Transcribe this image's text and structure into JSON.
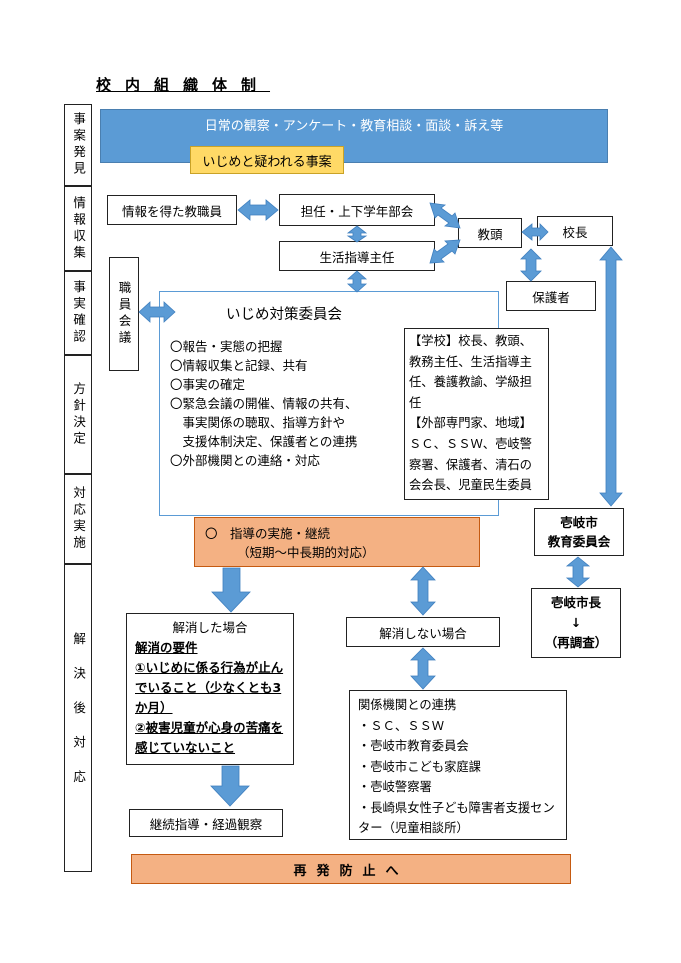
{
  "title": "校内組織体制",
  "stages": [
    {
      "label": "事案発見"
    },
    {
      "label": "情報収集"
    },
    {
      "label": "事実確認"
    },
    {
      "label": "方針決定"
    },
    {
      "label": "対応実施"
    },
    {
      "label": "解決後対応"
    }
  ],
  "top_band": "日常の観察・アンケート・教育相談・面談・訴え等",
  "suspect_box": "いじめと疑われる事案",
  "staff_info": "情報を得た教職員",
  "homeroom": "担任・上下学年部会",
  "guidance_head": "生活指導主任",
  "vice_principal": "教頭",
  "principal": "校長",
  "guardian": "保護者",
  "staff_meeting": "職員会議",
  "committee": {
    "title": "いじめ対策委員会",
    "duties": [
      "〇報告・実態の把握",
      "〇情報収集と記録、共有",
      "〇事実の確定",
      "〇緊急会議の開催、情報の共有、",
      "　事実関係の聴取、指導方針や",
      "　支援体制決定、保護者との連携",
      "〇外部機関との連絡・対応"
    ],
    "members": "【学校】校長、教頭、教務主任、生活指導主任、養護教諭、学級担任\n【外部専門家、地域】ＳＣ、ＳＳＷ、壱岐警察署、保護者、清石の会会長、児童民生委員"
  },
  "city_board": "壱岐市\n教育委員会",
  "mayor": "壱岐市長\n↓\n（再調査）",
  "guidance_impl": {
    "line1": "〇　指導の実施・継続",
    "line2": "（短期～中長期的対応）"
  },
  "resolved": {
    "title": "解消した場合",
    "req_title": "解消の要件",
    "req1": "①いじめに係る行為が止んでいること（少なくとも3か月）",
    "req2": "②被害児童が心身の苦痛を感じていないこと"
  },
  "unresolved": "解消しない場合",
  "agencies": {
    "title": "関係機関との連携",
    "items": [
      "・ＳＣ、ＳＳＷ",
      "・壱岐市教育委員会",
      "・壱岐市こども家庭課",
      "・壱岐警察署",
      "・長崎県女性子ども障害者支援センター（児童相談所）"
    ]
  },
  "continued": "継続指導・経過観察",
  "prevention": "再発防止へ",
  "colors": {
    "band_blue": "#5b9bd5",
    "suspect_yellow": "#ffd966",
    "salmon": "#f4b183",
    "arrow_blue": "#5b9bd5"
  }
}
